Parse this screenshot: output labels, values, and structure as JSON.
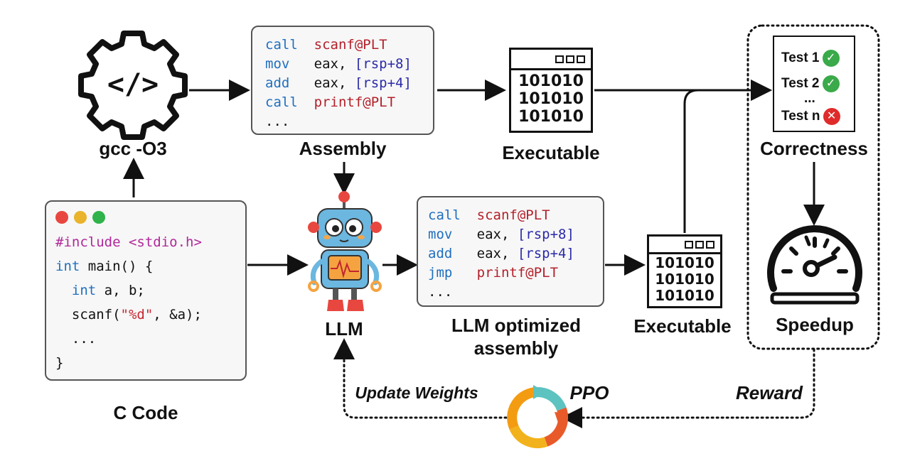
{
  "labels": {
    "gcc": "gcc -O3",
    "assembly": "Assembly",
    "executable_top": "Executable",
    "correctness": "Correctness",
    "llm": "LLM",
    "llm_optimized_1": "LLM optimized",
    "llm_optimized_2": "assembly",
    "executable_bottom": "Executable",
    "speedup": "Speedup",
    "c_code": "C Code",
    "update_weights": "Update Weights",
    "ppo": "PPO",
    "reward": "Reward"
  },
  "assembly": [
    {
      "op": "call",
      "args": "scanf@PLT"
    },
    {
      "op": "mov",
      "args": "eax, [rsp+8]"
    },
    {
      "op": "add",
      "args": "eax, [rsp+4]"
    },
    {
      "op": "call",
      "args": "printf@PLT"
    },
    {
      "op": "...",
      "args": ""
    }
  ],
  "optimized_assembly": [
    {
      "op": "call",
      "args": "scanf@PLT"
    },
    {
      "op": "mov",
      "args": "eax, [rsp+8]"
    },
    {
      "op": "add",
      "args": "eax, [rsp+4]"
    },
    {
      "op": "jmp",
      "args": "printf@PLT"
    },
    {
      "op": "...",
      "args": ""
    }
  ],
  "c_code": {
    "include_kw": "#include",
    "include_hdr": "<stdio.h>",
    "main_kw": "int",
    "main_rest": "main() {",
    "decl_kw": "int",
    "decl_rest": "a, b;",
    "scanf_pre": "scanf(",
    "scanf_str": "\"%d\"",
    "scanf_post": ", &a);",
    "ellipsis": "...",
    "close": "}"
  },
  "binary": [
    "101010",
    "101010",
    "101010"
  ],
  "tests": [
    {
      "name": "Test 1",
      "status": "pass"
    },
    {
      "name": "Test 2",
      "status": "pass"
    },
    {
      "name": "...",
      "status": "none"
    },
    {
      "name": "Test n",
      "status": "fail"
    }
  ],
  "colors": {
    "dot_red": "#e8473f",
    "dot_yellow": "#e9b32b",
    "dot_green": "#2fb34a",
    "keyword": "#1f6fbf",
    "symbol": "#b3202a",
    "pass": "#3aaa4a",
    "fail": "#e02b2b"
  }
}
